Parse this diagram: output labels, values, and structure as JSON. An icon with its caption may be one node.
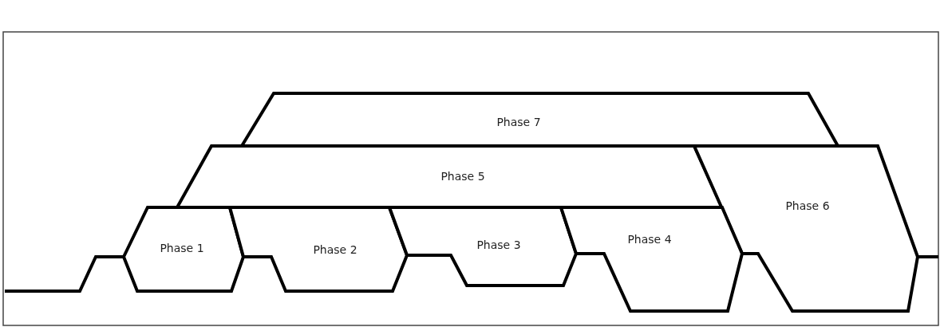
{
  "diagram": {
    "nodes": [
      {
        "text": [
          "Phase 7"
        ]
      },
      {
        "text": [
          "Phase 5"
        ]
      },
      {
        "text": [
          "Phase 6"
        ]
      },
      {
        "text": [
          "Phase 1"
        ]
      },
      {
        "text": [
          "Phase 2"
        ]
      },
      {
        "text": [
          "Phase 3"
        ]
      },
      {
        "text": [
          "Phase 4"
        ]
      }
    ]
  }
}
